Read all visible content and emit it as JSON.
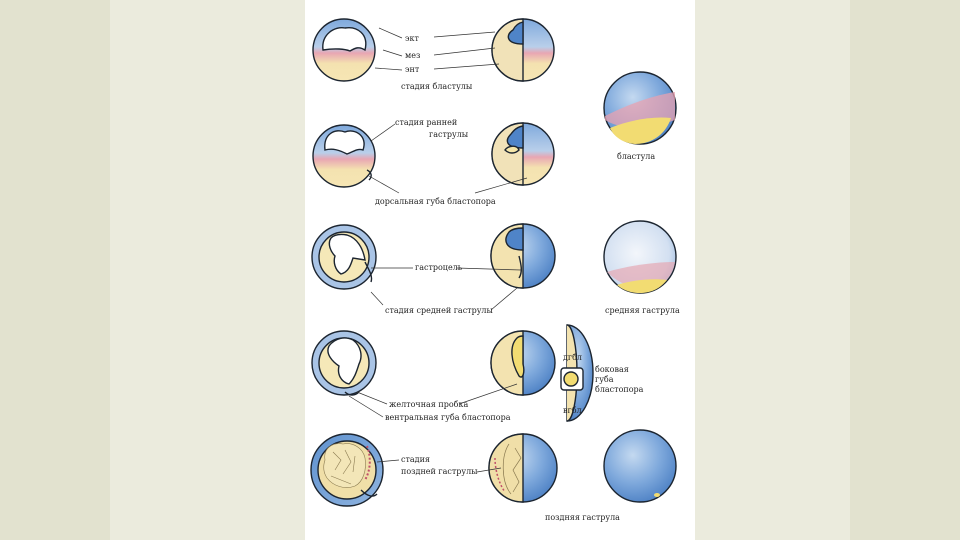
{
  "colors": {
    "page_bg": "#ebebdd",
    "sheet_bg": "#ffffff",
    "ectoderm_blue": "#5f92cf",
    "mesoderm_pink": "#e7a4b0",
    "endoderm_yellow": "#f4e2a6",
    "yolk_yellow": "#f1dc6a"
  },
  "labels": {
    "ekt": "экт",
    "mes": "мез",
    "ent": "энт",
    "blastula_stage": "стадия бластулы",
    "blastula": "бластула",
    "early_gastrula_1": "стадия ранней",
    "early_gastrula_2": "гаструлы",
    "dorsal_lip": "дорсальная губа бластопора",
    "gastrocoel": "гастроцель",
    "middle_gastrula_stage": "стадия средней гаструлы",
    "middle_gastrula": "средняя гаструла",
    "dgbl": "дгбл",
    "lateral_lip_1": "боковая",
    "lateral_lip_2": "губа",
    "lateral_lip_3": "бластопора",
    "vgbl": "вгбл",
    "yolk_plug": "желточная пробка",
    "ventral_lip": "вентральная губа бластопора",
    "late_gastrula_stage_1": "стадия",
    "late_gastrula_stage_2": "поздней гаструлы",
    "late_gastrula": "поздняя гаструла"
  }
}
